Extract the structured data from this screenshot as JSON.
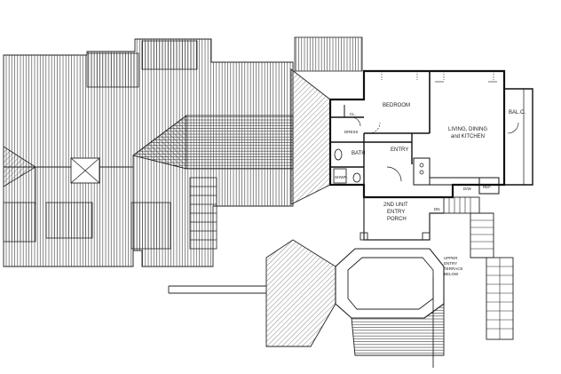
{
  "labels": {
    "bedroom": "BEDROOM",
    "living_line1": "LIVING, DINING",
    "living_line2": "and KITCHEN",
    "balcony": "BAL.C.",
    "closet": "CL.",
    "dress": "DRESS",
    "bath": "BATH",
    "entry": "ENTRY",
    "shower": "SHWR.",
    "porch_line1": "2ND UNIT",
    "porch_line2": "ENTRY",
    "porch_line3": "PORCH",
    "dn": "DN",
    "dw": "D/W",
    "ref": "REF.",
    "terrace_line1": "UPPER",
    "terrace_line2": "ENTRY",
    "terrace_line3": "TERRACE",
    "terrace_line4": "BELOW"
  }
}
